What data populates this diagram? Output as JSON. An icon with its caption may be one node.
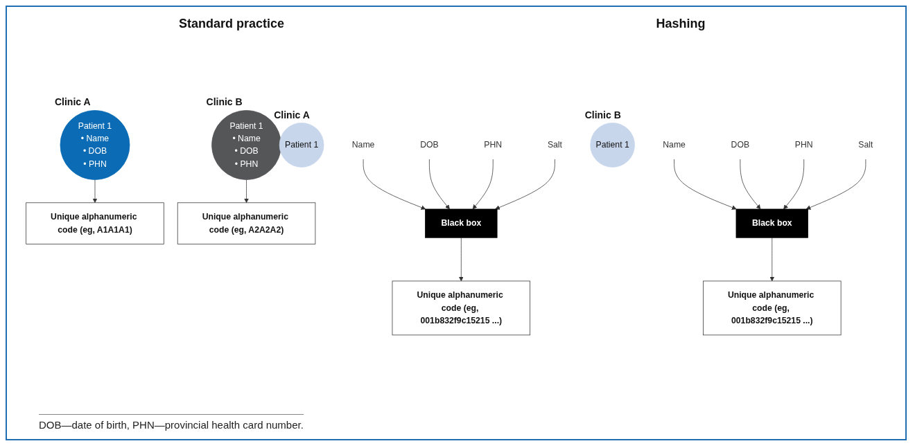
{
  "diagram": {
    "caption": "DOB—date of birth, PHN—provincial health card number.",
    "nodes": [
      {
        "text": [
          "Patient 1",
          "• Name",
          "• DOB",
          "• PHN"
        ],
        "beside": [
          "Clinic A"
        ]
      },
      {
        "text": [
          "Unique alphanumeric code (eg, A1A1A1)"
        ]
      },
      {
        "text": [
          "Patient 1",
          "• Name",
          "• DOB",
          "• PHN"
        ],
        "beside": [
          "Clinic B"
        ]
      },
      {
        "text": [
          "Unique alphanumeric code (eg, A2A2A2)"
        ]
      },
      {
        "text": [
          "Patient 1"
        ],
        "beside": [
          "Clinic A"
        ]
      },
      {
        "text": [
          "Name"
        ]
      },
      {
        "text": [
          "DOB"
        ]
      },
      {
        "text": [
          "PHN"
        ]
      },
      {
        "text": [
          "Salt"
        ]
      },
      {
        "text": [
          "Black box"
        ]
      },
      {
        "text": [
          "Unique alphanumeric code (eg, 001b832f9c15215 ...)"
        ]
      },
      {
        "text": [
          "Patient 1"
        ],
        "beside": [
          "Clinic B"
        ]
      },
      {
        "text": [
          "Name"
        ]
      },
      {
        "text": [
          "DOB"
        ]
      },
      {
        "text": [
          "PHN"
        ]
      },
      {
        "text": [
          "Salt"
        ]
      },
      {
        "text": [
          "Black box"
        ]
      },
      {
        "text": [
          "Unique alphanumeric code (eg, 001b832f9c15215 ...)"
        ]
      }
    ],
    "edges": [
      {
        "from": 0,
        "to": 1,
        "arrow": "to"
      },
      {
        "from": 2,
        "to": 3,
        "arrow": "to"
      },
      {
        "from": 5,
        "to": 9,
        "arrow": "to"
      },
      {
        "from": 6,
        "to": 9,
        "arrow": "to"
      },
      {
        "from": 7,
        "to": 9,
        "arrow": "to"
      },
      {
        "from": 8,
        "to": 9,
        "arrow": "to"
      },
      {
        "from": 9,
        "to": 10,
        "arrow": "to"
      },
      {
        "from": 12,
        "to": 16,
        "arrow": "to"
      },
      {
        "from": 13,
        "to": 16,
        "arrow": "to"
      },
      {
        "from": 14,
        "to": 16,
        "arrow": "to"
      },
      {
        "from": 15,
        "to": 16,
        "arrow": "to"
      },
      {
        "from": 16,
        "to": 17,
        "arrow": "to"
      }
    ],
    "labels": [
      "Standard practice",
      "Hashing"
    ]
  }
}
